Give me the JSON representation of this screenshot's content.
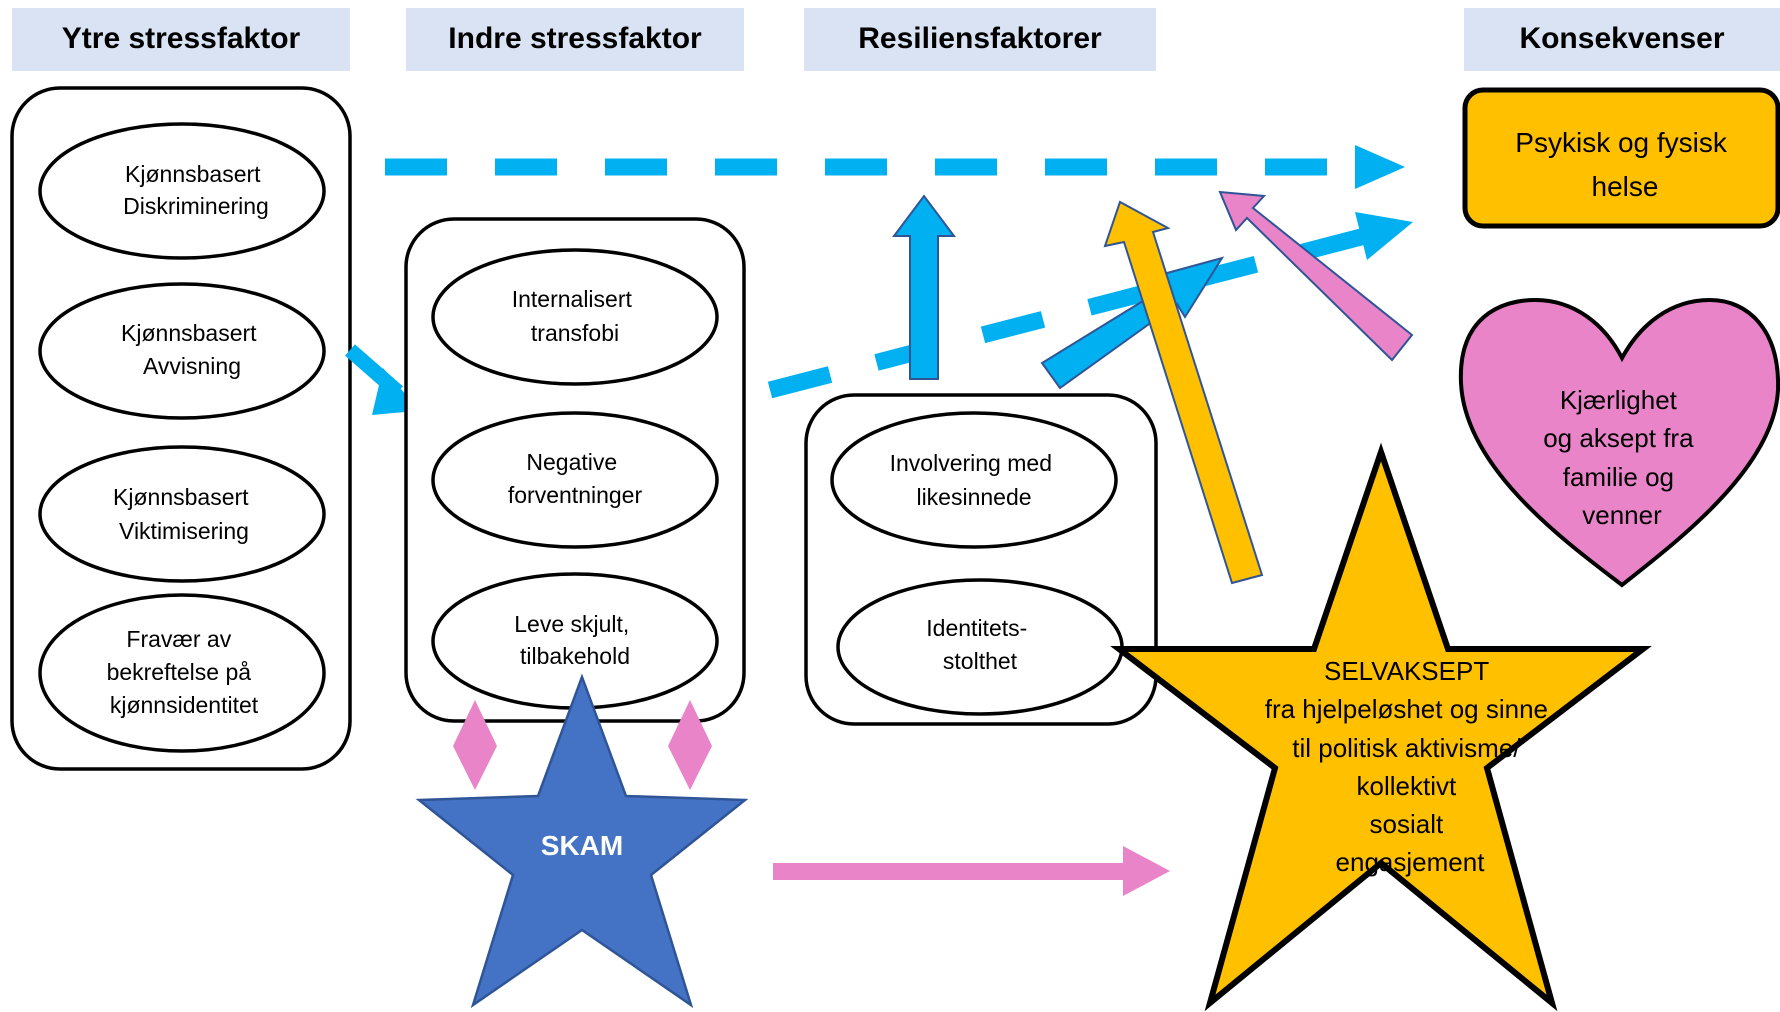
{
  "headers": {
    "ytre": "Ytre stressfaktor",
    "indre": "Indre stressfaktor",
    "resiliens": "Resiliensfaktorer",
    "konsekvenser": "Konsekvenser"
  },
  "ytre_items": [
    [
      "Kjønnsbasert",
      "Diskriminering"
    ],
    [
      "Kjønnsbasert",
      "Avvisning"
    ],
    [
      "Kjønnsbasert",
      "Viktimisering"
    ],
    [
      "Fravær av",
      "bekreftelse på",
      "kjønnsidentitet"
    ]
  ],
  "indre_items": [
    [
      "Internalisert",
      "transfobi"
    ],
    [
      "Negative",
      "forventninger"
    ],
    [
      "Leve skjult,",
      "tilbakehold"
    ]
  ],
  "resiliens_items": [
    [
      "Involvering med",
      "likesinnede"
    ],
    [
      "Identitets-",
      "stolthet"
    ]
  ],
  "helse": [
    "Psykisk og fysisk",
    "helse"
  ],
  "kjaerlighet": [
    "Kjærlighet",
    "og aksept fra",
    "familie og",
    "venner"
  ],
  "skam": "SKAM",
  "selvaksept": [
    "SELVAKSEPT",
    "fra hjelpeløshet og sinne",
    "til politisk aktivisme/",
    "kollektivt",
    "sosialt",
    "engasjement"
  ],
  "colors": {
    "header_bg": "#dae3f3",
    "blue_arrow": "#00b0f0",
    "orange": "#ffc000",
    "pink": "#e984c9",
    "skam_blue": "#4472c4"
  }
}
